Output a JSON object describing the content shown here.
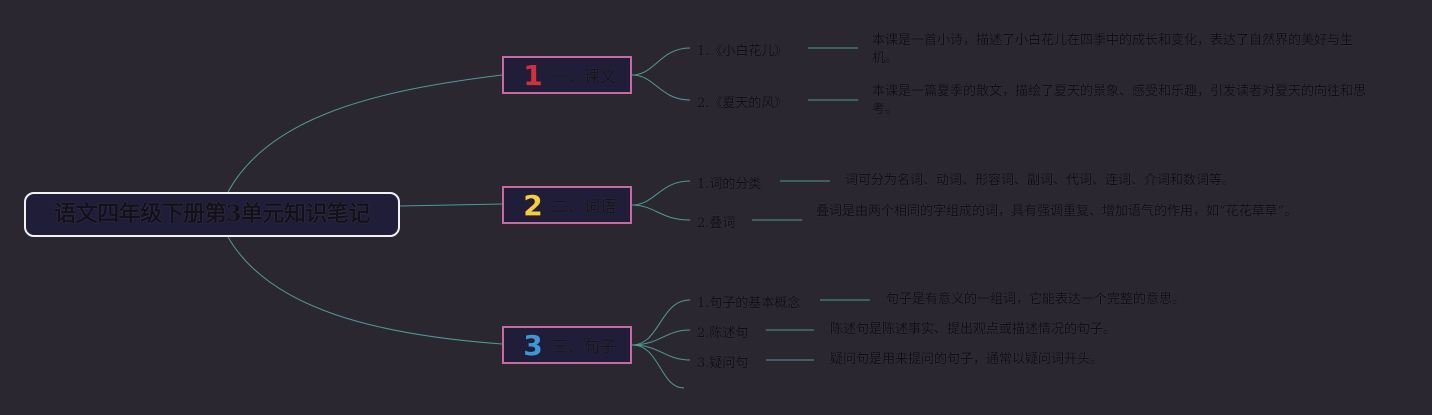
{
  "root": {
    "title": "语文四年级下册第3单元知识笔记"
  },
  "colors": {
    "background": "#2a2730",
    "line": "#4f9a96",
    "branch_border": "#c56ba0",
    "num1": "#d2303a",
    "num2": "#f4cf3a",
    "num3": "#3a98d8"
  },
  "branches": [
    {
      "number": "1",
      "label": "一、课文",
      "children": [
        {
          "label": "1.《小白花儿》",
          "desc": "本课是一首小诗，描述了小白花儿在四季中的成长和变化，表达了自然界的美好与生机。"
        },
        {
          "label": "2.《夏天的风》",
          "desc": "本课是一篇夏季的散文，描绘了夏天的景象、感受和乐趣，引发读者对夏天的向往和思考。"
        }
      ]
    },
    {
      "number": "2",
      "label": "二、词语",
      "children": [
        {
          "label": "1.词的分类",
          "desc": "词可分为名词、动词、形容词、副词、代词、连词、介词和数词等。"
        },
        {
          "label": "2.叠词",
          "desc": "叠词是由两个相同的字组成的词，具有强调重复、增加语气的作用，如“花花草草”。"
        }
      ]
    },
    {
      "number": "3",
      "label": "三、句子",
      "children": [
        {
          "label": "1.句子的基本概念",
          "desc": "句子是有意义的一组词，它能表达一个完整的意思。"
        },
        {
          "label": "2.陈述句",
          "desc": "陈述句是陈述事实、提出观点或描述情况的句子。"
        },
        {
          "label": "3.疑问句",
          "desc": "疑问句是用来提问的句子，通常以疑问词开头。"
        }
      ]
    }
  ]
}
